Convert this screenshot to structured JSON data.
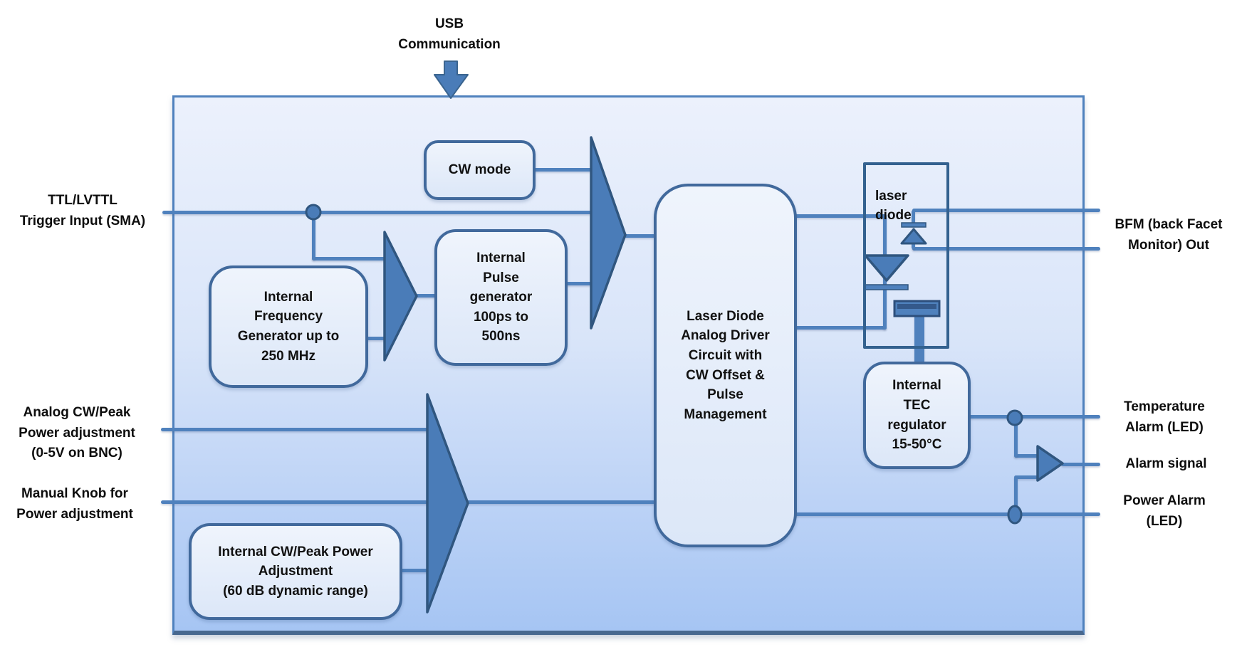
{
  "colors": {
    "accent_blue": "#4f81bd",
    "shape_fill": "#4a7cb8",
    "shape_border": "#2f5480",
    "enclosure_top": "#ecf1fc",
    "enclosure_bottom": "#a6c5f3",
    "text": "#111111"
  },
  "external_labels": {
    "usb": "USB\nCommunication",
    "trigger_input": "TTL/LVTTL\nTrigger Input (SMA)",
    "analog_adjustment": "Analog CW/Peak\nPower adjustment\n(0-5V on BNC)",
    "manual_knob": "Manual Knob for\nPower adjustment",
    "bfm_out": "BFM (back Facet\nMonitor) Out",
    "temperature_alarm": "Temperature\nAlarm (LED)",
    "alarm_signal": "Alarm signal",
    "power_alarm": "Power Alarm\n(LED)"
  },
  "blocks": {
    "cw_mode": "CW mode",
    "frequency_generator": "Internal\nFrequency\nGenerator up to\n250 MHz",
    "pulse_generator": "Internal\nPulse\ngenerator\n100ps to\n500ns",
    "driver_circuit": "Laser Diode\nAnalog Driver\nCircuit with\nCW Offset &\nPulse\nManagement",
    "laser_diode": "laser\ndiode",
    "tec_regulator": "Internal\nTEC\nregulator\n15-50°C",
    "internal_power_adjustment": "Internal CW/Peak Power\nAdjustment\n(60 dB dynamic range)"
  }
}
